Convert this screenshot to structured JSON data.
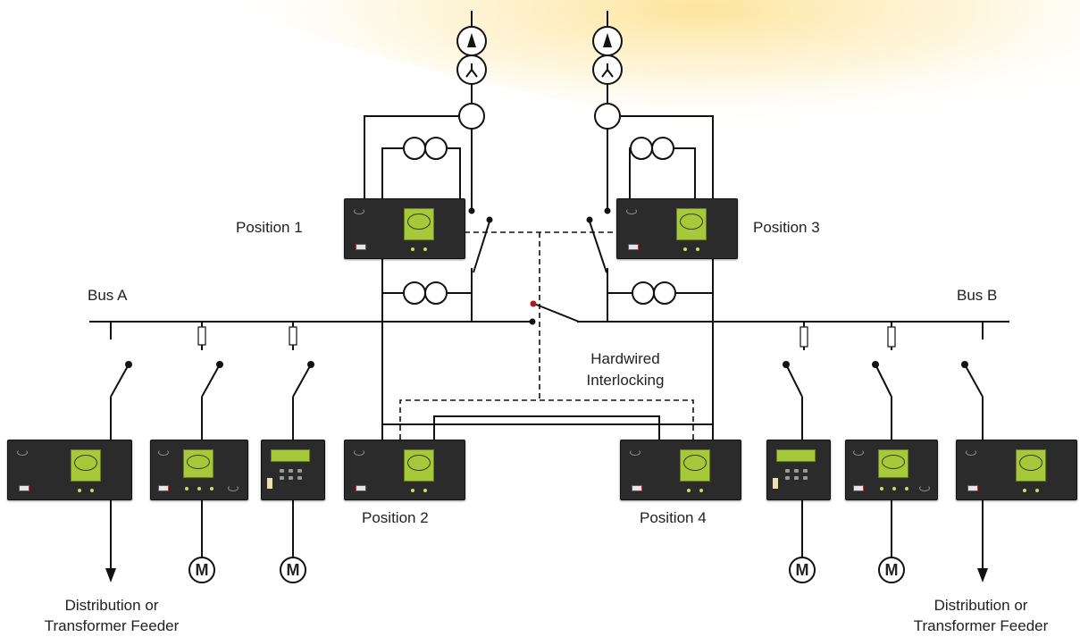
{
  "labels": {
    "position_1": "Position 1",
    "position_2": "Position 2",
    "position_3": "Position 3",
    "position_4": "Position 4",
    "bus_a": "Bus A",
    "bus_b": "Bus B",
    "hardwired_line1": "Hardwired",
    "hardwired_line2": "Interlocking",
    "feeder_left_line1": "Distribution or",
    "feeder_left_line2": "Transformer Feeder",
    "feeder_right_line1": "Distribution or",
    "feeder_right_line2": "Transformer Feeder",
    "motor": "M"
  },
  "colors": {
    "line": "#111111",
    "relay_body": "#2b2b2b",
    "relay_screen": "#a6c83a",
    "background_glow": "#fde9a8",
    "switch_contact": "#b0171f"
  },
  "icons": {
    "transformer_winding_top": "delta-symbol",
    "transformer_winding_bottom": "wye-symbol",
    "motor": "motor-circle-M",
    "current_transformer": "double-circle-ct"
  }
}
